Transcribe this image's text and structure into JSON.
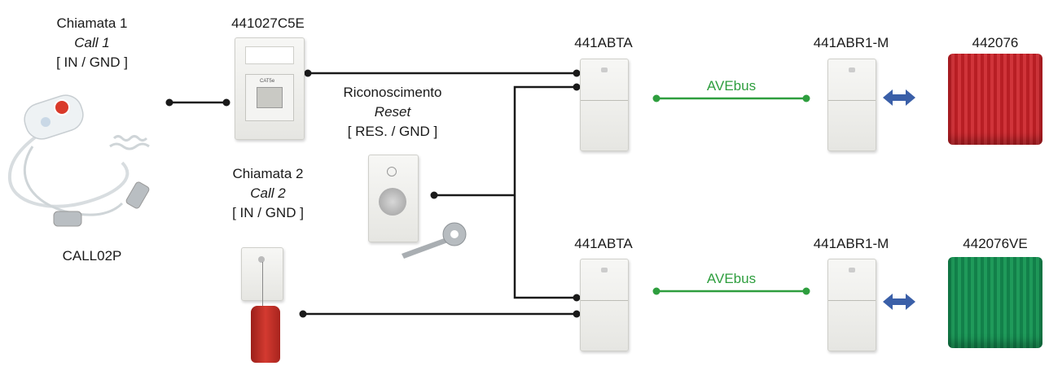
{
  "call1": {
    "title": "Chiamata 1",
    "subtitle": "Call 1",
    "pins": "[ IN / GND ]"
  },
  "call2": {
    "title": "Chiamata 2",
    "subtitle": "Call 2",
    "pins": "[ IN / GND ]"
  },
  "reset": {
    "title": "Riconoscimento",
    "subtitle": "Reset",
    "pins": "[ RES. / GND ]"
  },
  "parts": {
    "handset": "CALL02P",
    "socket": "441027C5E",
    "socket_jack_label": "CAT5e",
    "module_top": "441ABTA",
    "module_bottom": "441ABTA",
    "receiver_top": "441ABR1-M",
    "receiver_bottom": "441ABR1-M",
    "lamp_red": "442076",
    "lamp_green": "442076VE"
  },
  "bus": {
    "top": "AVEbus",
    "bottom": "AVEbus"
  },
  "colors": {
    "wire": "#1a1a1a",
    "bus": "#2e9e3e",
    "arrow": "#3a5fa8",
    "lamp_red": "#c8242a",
    "lamp_green": "#17894a",
    "pull_cord": "#c0302a"
  }
}
